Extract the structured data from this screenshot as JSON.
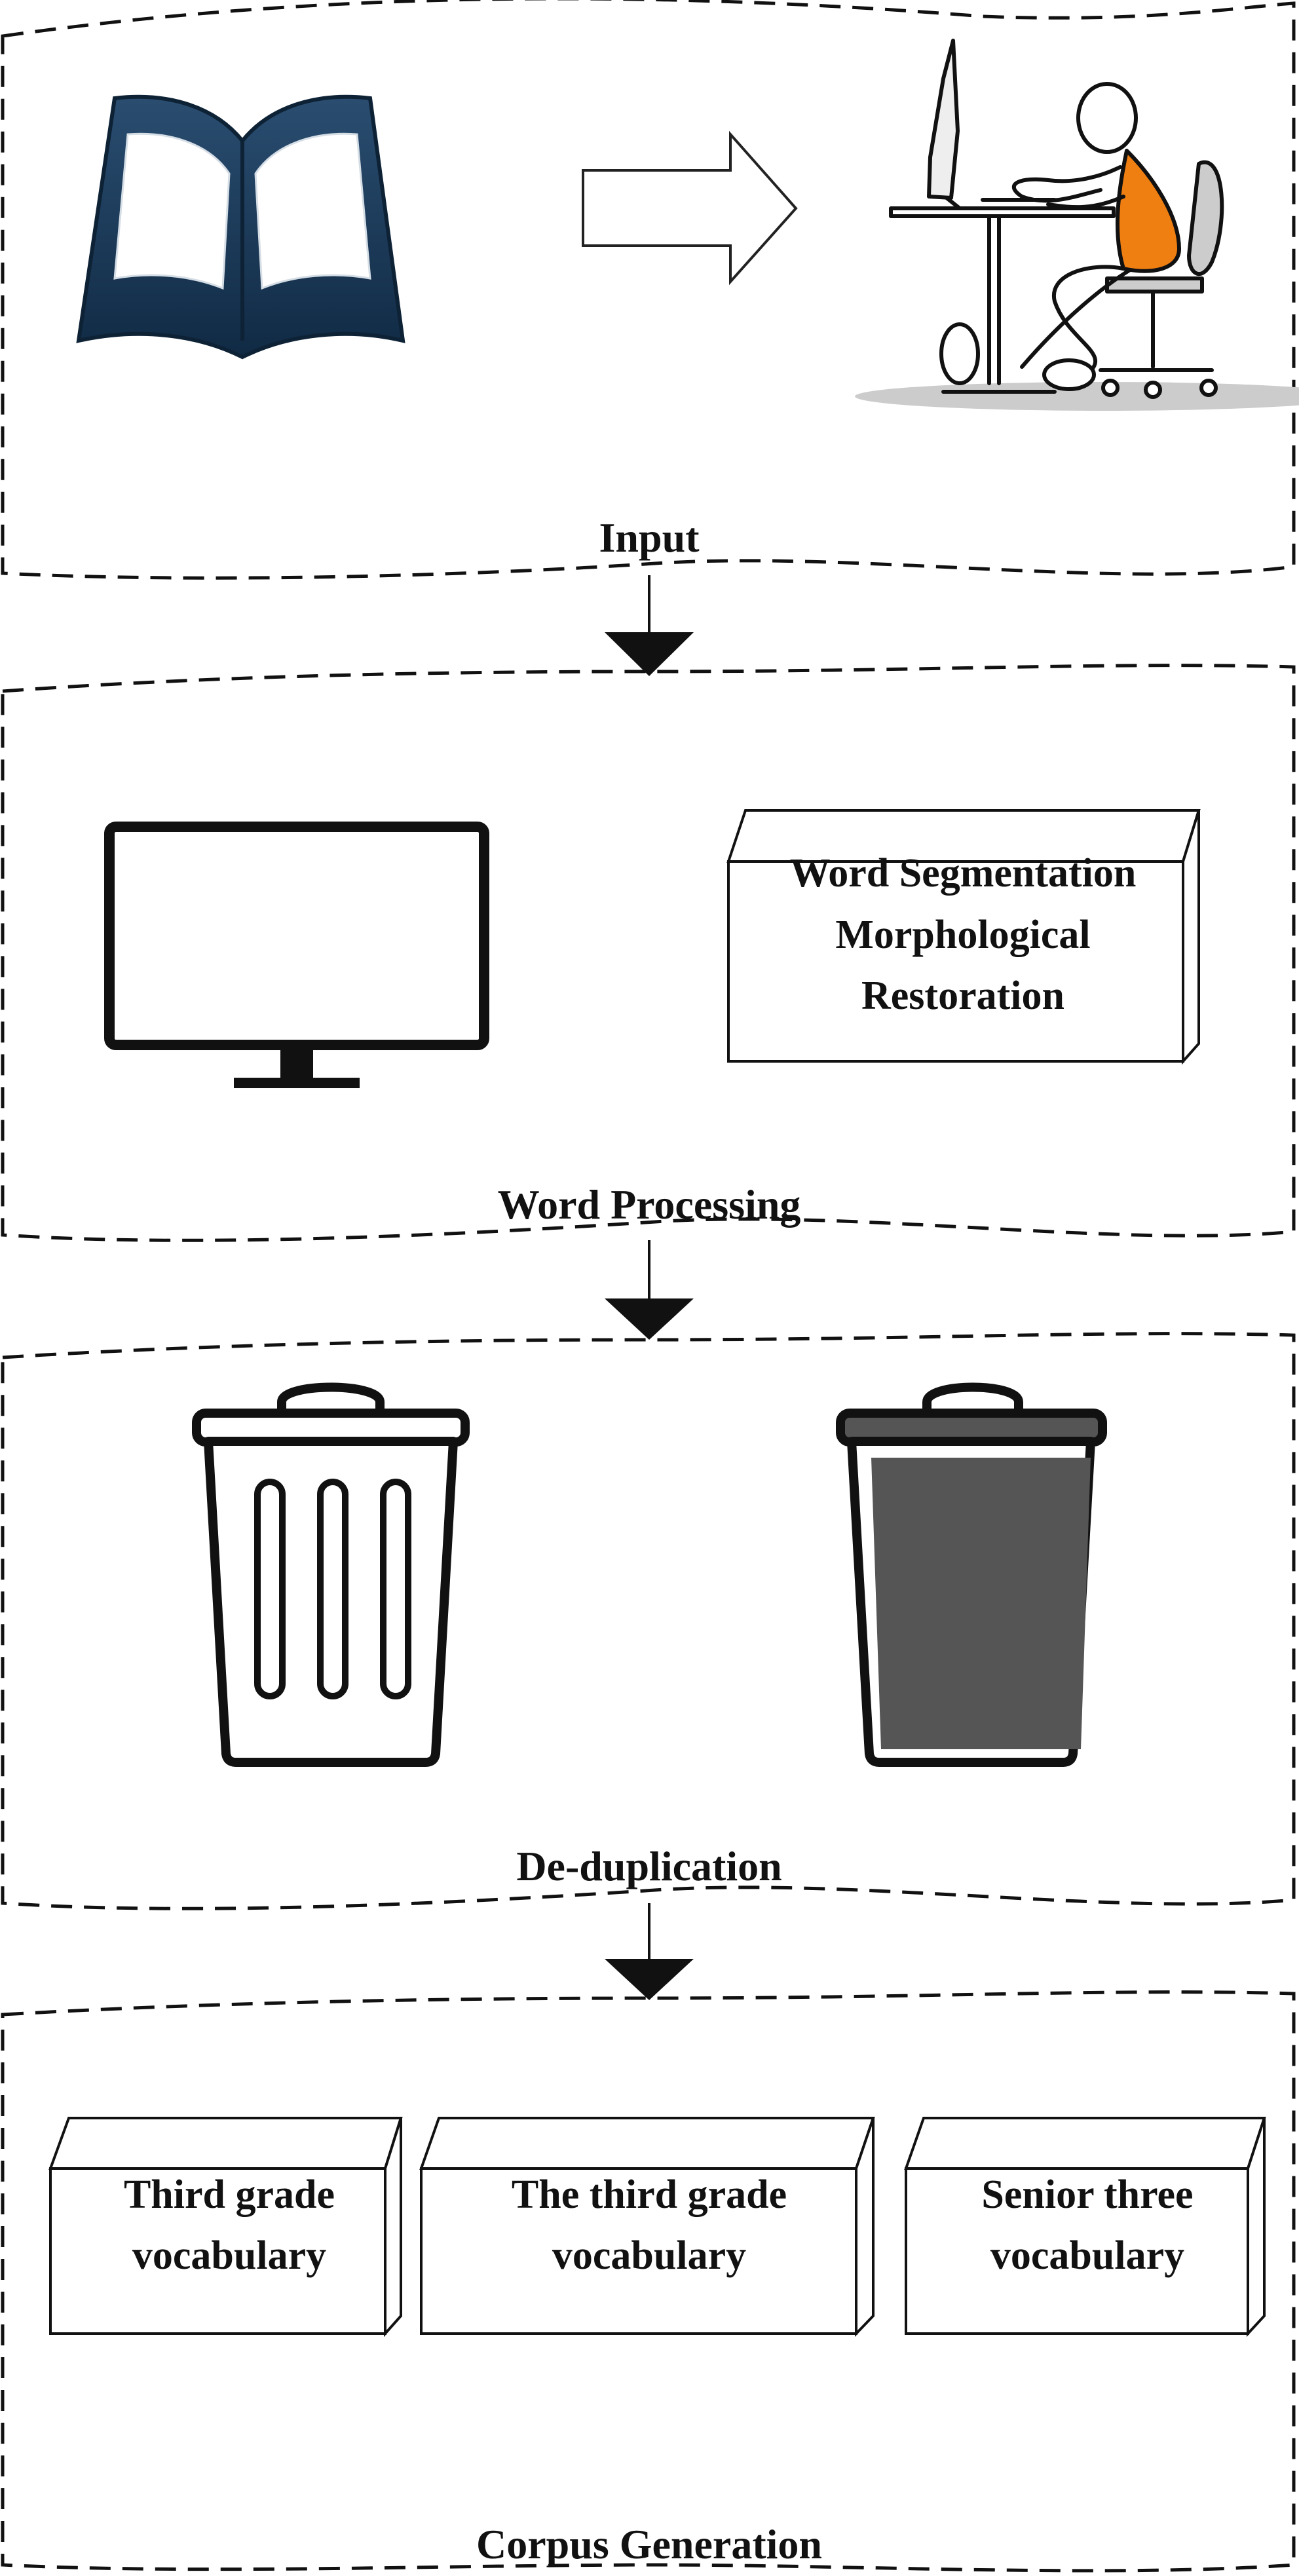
{
  "stages": [
    {
      "label": "Input",
      "left_icon": "open-book-icon",
      "middle_icon": "right-arrow-icon",
      "right_icon": "person-at-computer-icon"
    },
    {
      "label": "Word Processing",
      "left_icon": "monitor-icon",
      "box_lines": [
        "Word Segmentation",
        "Morphological",
        "Restoration"
      ]
    },
    {
      "label": "De-duplication",
      "left_icon": "empty-trash-can-icon",
      "right_icon": "full-trash-can-icon"
    },
    {
      "label": "Corpus Generation",
      "boxes": [
        {
          "lines": [
            "Third grade",
            "vocabulary"
          ]
        },
        {
          "lines": [
            "The third grade",
            "vocabulary"
          ]
        },
        {
          "lines": [
            "Senior three",
            "vocabulary"
          ]
        }
      ]
    }
  ],
  "colors": {
    "book": "#1b3a57",
    "person_accent": "#f07f12",
    "trash_fill": "#555555",
    "stroke": "#111111",
    "shadow": "#cccccc"
  }
}
